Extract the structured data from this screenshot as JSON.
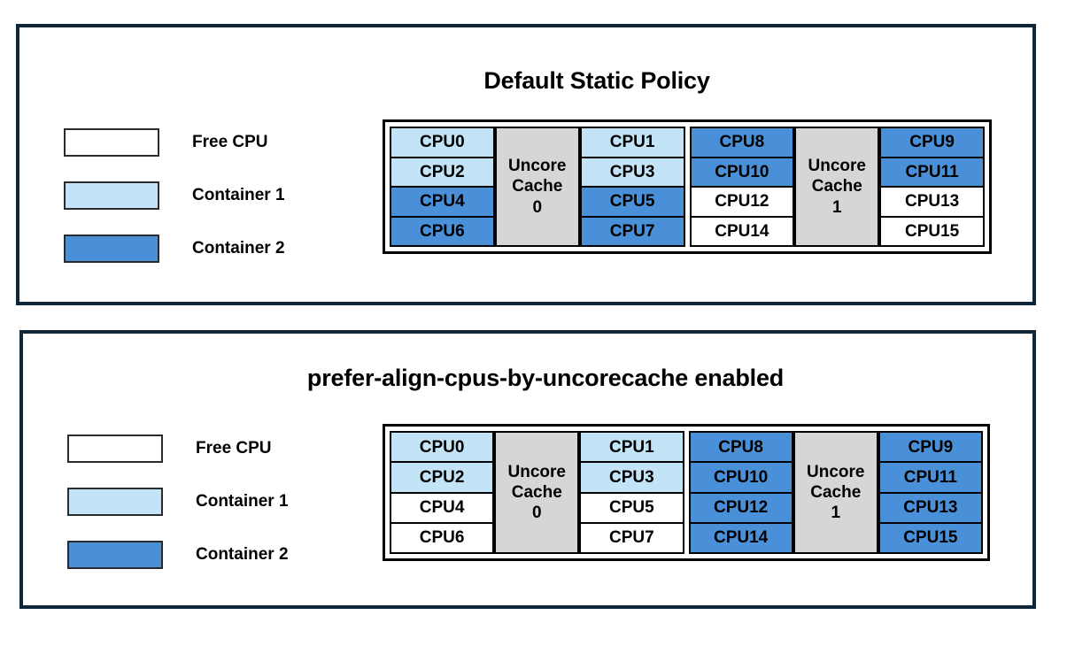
{
  "colors": {
    "panel_border": "#0d2639",
    "free_cpu": "#ffffff",
    "container_1": "#c3e4f6",
    "container_2": "#4a90d9",
    "uncore_cache": "#d6d6d6",
    "cell_border": "#000000"
  },
  "legend_labels": {
    "free": "Free CPU",
    "container1": "Container 1",
    "container2": "Container 2"
  },
  "panels": [
    {
      "title": "Default Static Policy",
      "legend": [
        {
          "label": "Free CPU",
          "state": "free"
        },
        {
          "label": "Container 1",
          "state": "container1"
        },
        {
          "label": "Container 2",
          "state": "container2"
        }
      ],
      "clusters": [
        {
          "uncore_label_line1": "Uncore",
          "uncore_label_line2": "Cache",
          "uncore_label_line3": "0",
          "left_column": [
            {
              "label": "CPU0",
              "state": "container1"
            },
            {
              "label": "CPU2",
              "state": "container1"
            },
            {
              "label": "CPU4",
              "state": "container2"
            },
            {
              "label": "CPU6",
              "state": "container2"
            }
          ],
          "right_column": [
            {
              "label": "CPU1",
              "state": "container1"
            },
            {
              "label": "CPU3",
              "state": "container1"
            },
            {
              "label": "CPU5",
              "state": "container2"
            },
            {
              "label": "CPU7",
              "state": "container2"
            }
          ]
        },
        {
          "uncore_label_line1": "Uncore",
          "uncore_label_line2": "Cache",
          "uncore_label_line3": "1",
          "left_column": [
            {
              "label": "CPU8",
              "state": "container2"
            },
            {
              "label": "CPU10",
              "state": "container2"
            },
            {
              "label": "CPU12",
              "state": "free"
            },
            {
              "label": "CPU14",
              "state": "free"
            }
          ],
          "right_column": [
            {
              "label": "CPU9",
              "state": "container2"
            },
            {
              "label": "CPU11",
              "state": "container2"
            },
            {
              "label": "CPU13",
              "state": "free"
            },
            {
              "label": "CPU15",
              "state": "free"
            }
          ]
        }
      ]
    },
    {
      "title": "prefer-align-cpus-by-uncorecache enabled",
      "legend": [
        {
          "label": "Free CPU",
          "state": "free"
        },
        {
          "label": "Container 1",
          "state": "container1"
        },
        {
          "label": "Container 2",
          "state": "container2"
        }
      ],
      "clusters": [
        {
          "uncore_label_line1": "Uncore",
          "uncore_label_line2": "Cache",
          "uncore_label_line3": "0",
          "left_column": [
            {
              "label": "CPU0",
              "state": "container1"
            },
            {
              "label": "CPU2",
              "state": "container1"
            },
            {
              "label": "CPU4",
              "state": "free"
            },
            {
              "label": "CPU6",
              "state": "free"
            }
          ],
          "right_column": [
            {
              "label": "CPU1",
              "state": "container1"
            },
            {
              "label": "CPU3",
              "state": "container1"
            },
            {
              "label": "CPU5",
              "state": "free"
            },
            {
              "label": "CPU7",
              "state": "free"
            }
          ]
        },
        {
          "uncore_label_line1": "Uncore",
          "uncore_label_line2": "Cache",
          "uncore_label_line3": "1",
          "left_column": [
            {
              "label": "CPU8",
              "state": "container2"
            },
            {
              "label": "CPU10",
              "state": "container2"
            },
            {
              "label": "CPU12",
              "state": "container2"
            },
            {
              "label": "CPU14",
              "state": "container2"
            }
          ],
          "right_column": [
            {
              "label": "CPU9",
              "state": "container2"
            },
            {
              "label": "CPU11",
              "state": "container2"
            },
            {
              "label": "CPU13",
              "state": "container2"
            },
            {
              "label": "CPU15",
              "state": "container2"
            }
          ]
        }
      ]
    }
  ]
}
